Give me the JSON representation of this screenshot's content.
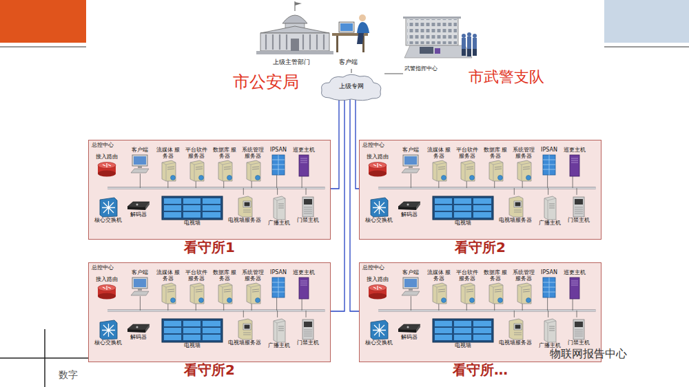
{
  "diagram": {
    "nodes": [
      {
        "text": [
          "上级主管部门",
          "客户端",
          "市公安局"
        ]
      },
      {
        "text": [
          "上级专网"
        ]
      },
      {
        "text": [
          "武警指挥中心",
          "市武警支队"
        ]
      },
      {
        "text": [
          "总控中心",
          "看守所1"
        ]
      },
      {
        "text": [
          "接入路由"
        ],
        "in": 3
      },
      {
        "text": [
          "客户端"
        ],
        "in": 3
      },
      {
        "text": [
          "流媒体 服务器"
        ],
        "in": 3
      },
      {
        "text": [
          "平台软件 服务器"
        ],
        "in": 3
      },
      {
        "text": [
          "数据库 服务器"
        ],
        "in": 3
      },
      {
        "text": [
          "系统管理 服务器"
        ],
        "in": 3
      },
      {
        "text": [
          "IPSAN"
        ],
        "in": 3
      },
      {
        "text": [
          "巡更主机"
        ],
        "in": 3
      },
      {
        "text": [
          "核心交换机"
        ],
        "in": 3
      },
      {
        "text": [
          "解码器"
        ],
        "in": 3
      },
      {
        "text": [
          "电视墙"
        ],
        "in": 3
      },
      {
        "text": [
          "电视墙服务器"
        ],
        "in": 3
      },
      {
        "text": [
          "广播主机"
        ],
        "in": 3
      },
      {
        "text": [
          "门禁主机"
        ],
        "in": 3
      },
      {
        "text": [
          "总控中心",
          "看守所2"
        ]
      },
      {
        "text": [
          "接入路由"
        ],
        "in": 18
      },
      {
        "text": [
          "客户端"
        ],
        "in": 18
      },
      {
        "text": [
          "流媒体 服务器"
        ],
        "in": 18
      },
      {
        "text": [
          "平台软件 服务器"
        ],
        "in": 18
      },
      {
        "text": [
          "数据库 服务器"
        ],
        "in": 18
      },
      {
        "text": [
          "系统管理 服务器"
        ],
        "in": 18
      },
      {
        "text": [
          "IPSAN"
        ],
        "in": 18
      },
      {
        "text": [
          "巡更主机"
        ],
        "in": 18
      },
      {
        "text": [
          "核心交换机"
        ],
        "in": 18
      },
      {
        "text": [
          "解码器"
        ],
        "in": 18
      },
      {
        "text": [
          "电视墙"
        ],
        "in": 18
      },
      {
        "text": [
          "电视墙服务器"
        ],
        "in": 18
      },
      {
        "text": [
          "广播主机"
        ],
        "in": 18
      },
      {
        "text": [
          "门禁主机"
        ],
        "in": 18
      },
      {
        "text": [
          "总控中心",
          "看守所2"
        ]
      },
      {
        "text": [
          "接入路由"
        ],
        "in": 33
      },
      {
        "text": [
          "客户端"
        ],
        "in": 33
      },
      {
        "text": [
          "流媒体 服务器"
        ],
        "in": 33
      },
      {
        "text": [
          "平台软件 服务器"
        ],
        "in": 33
      },
      {
        "text": [
          "数据库 服务器"
        ],
        "in": 33
      },
      {
        "text": [
          "系统管理 服务器"
        ],
        "in": 33
      },
      {
        "text": [
          "IPSAN"
        ],
        "in": 33
      },
      {
        "text": [
          "巡更主机"
        ],
        "in": 33
      },
      {
        "text": [
          "核心交换机"
        ],
        "in": 33
      },
      {
        "text": [
          "解码器"
        ],
        "in": 33
      },
      {
        "text": [
          "电视墙"
        ],
        "in": 33
      },
      {
        "text": [
          "电视墙服务器"
        ],
        "in": 33
      },
      {
        "text": [
          "广播主机"
        ],
        "in": 33
      },
      {
        "text": [
          "门禁主机"
        ],
        "in": 33
      },
      {
        "text": [
          "总控中心",
          "看守所…"
        ]
      },
      {
        "text": [
          "接入路由"
        ],
        "in": 48
      },
      {
        "text": [
          "客户端"
        ],
        "in": 48
      },
      {
        "text": [
          "流媒体 服务器"
        ],
        "in": 48
      },
      {
        "text": [
          "平台软件 服务器"
        ],
        "in": 48
      },
      {
        "text": [
          "数据库 服务器"
        ],
        "in": 48
      },
      {
        "text": [
          "系统管理 服务器"
        ],
        "in": 48
      },
      {
        "text": [
          "IPSAN"
        ],
        "in": 48
      },
      {
        "text": [
          "巡更主机"
        ],
        "in": 48
      },
      {
        "text": [
          "核心交换机"
        ],
        "in": 48
      },
      {
        "text": [
          "解码器"
        ],
        "in": 48
      },
      {
        "text": [
          "电视墙"
        ],
        "in": 48
      },
      {
        "text": [
          "电视墙服务器"
        ],
        "in": 48
      },
      {
        "text": [
          "广播主机"
        ],
        "in": 48
      },
      {
        "text": [
          "门禁主机"
        ],
        "in": 48
      }
    ],
    "edges": [
      {
        "from": 0,
        "to": 1,
        "arrow": "none"
      },
      {
        "from": 1,
        "to": 2,
        "arrow": "none"
      },
      {
        "from": 1,
        "to": 3,
        "arrow": "none"
      },
      {
        "from": 1,
        "to": 18,
        "arrow": "none"
      },
      {
        "from": 1,
        "to": 33,
        "arrow": "none"
      },
      {
        "from": 1,
        "to": 48,
        "arrow": "none"
      },
      {
        "from": 4,
        "to": 12,
        "arrow": "to"
      },
      {
        "from": 13,
        "to": 14,
        "arrow": "to"
      },
      {
        "from": 19,
        "to": 27,
        "arrow": "to"
      },
      {
        "from": 28,
        "to": 29,
        "arrow": "to"
      },
      {
        "from": 34,
        "to": 42,
        "arrow": "to"
      },
      {
        "from": 43,
        "to": 44,
        "arrow": "to"
      },
      {
        "from": 49,
        "to": 57,
        "arrow": "to"
      },
      {
        "from": 58,
        "to": 59,
        "arrow": "to"
      }
    ],
    "labels": [
      "数字",
      "物联网报告中心"
    ]
  }
}
